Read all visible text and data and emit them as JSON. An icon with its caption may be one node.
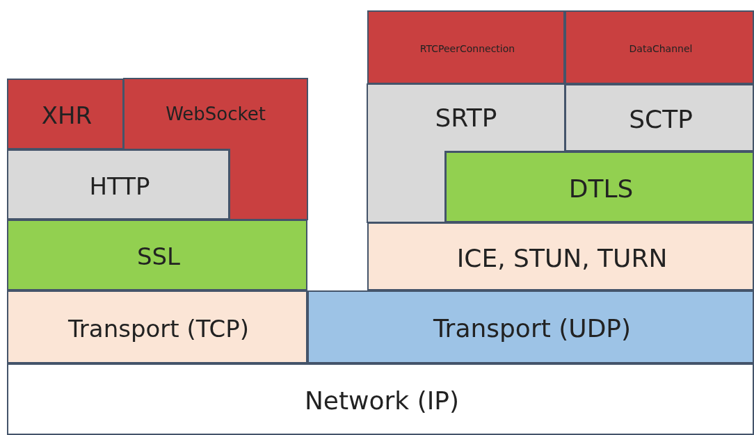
{
  "diagram": {
    "nodes": [
      {
        "text": [
          "RTCPeerConnection"
        ]
      },
      {
        "text": [
          "DataChannel"
        ]
      },
      {
        "text": [
          "XHR"
        ]
      },
      {
        "text": [
          "WebSocket"
        ]
      },
      {
        "text": [
          "SRTP"
        ]
      },
      {
        "text": [
          "SCTP"
        ]
      },
      {
        "text": [
          "HTTP"
        ]
      },
      {
        "text": [
          "DTLS"
        ]
      },
      {
        "text": [
          "SSL"
        ]
      },
      {
        "text": [
          "ICE, STUN, TURN"
        ]
      },
      {
        "text": [
          "Transport (TCP)"
        ]
      },
      {
        "text": [
          "Transport (UDP)"
        ]
      },
      {
        "text": [
          "Network (IP)"
        ]
      }
    ]
  }
}
